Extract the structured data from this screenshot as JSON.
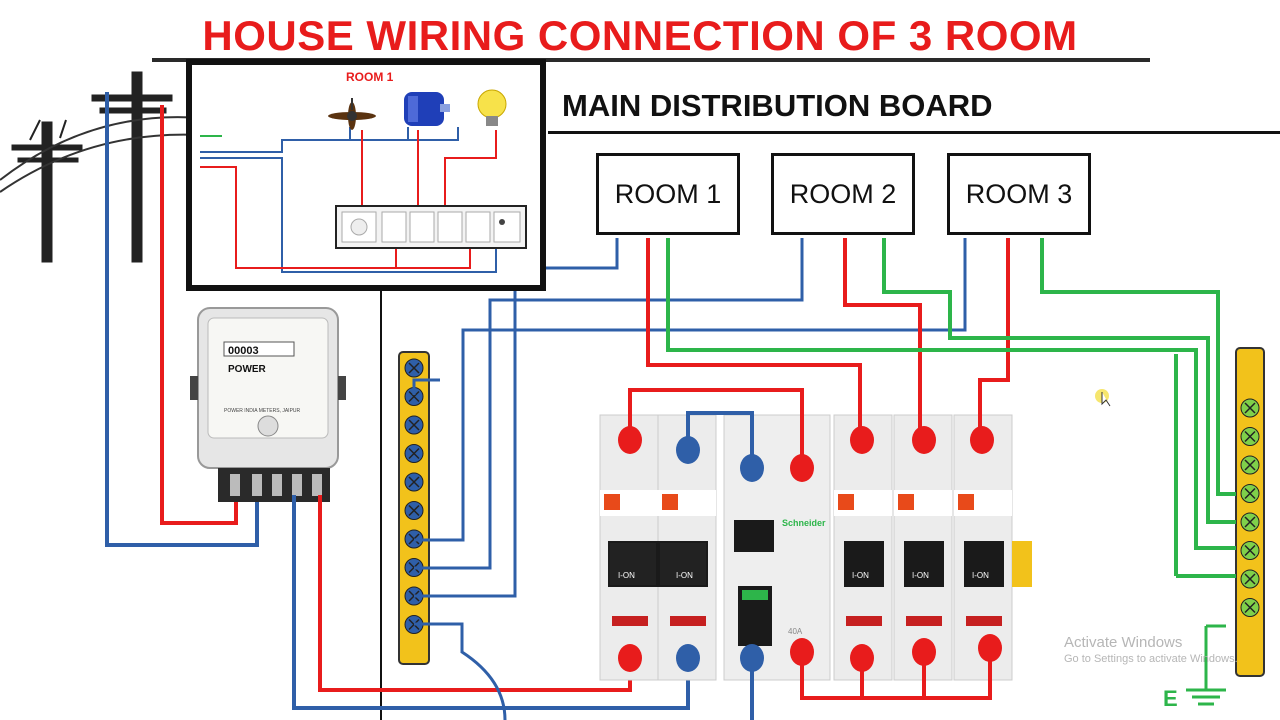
{
  "title": "HOUSE WIRING CONNECTION OF 3 ROOM",
  "board_title": "MAIN DISTRIBUTION BOARD",
  "rooms": [
    {
      "label": "ROOM 1"
    },
    {
      "label": "ROOM 2"
    },
    {
      "label": "ROOM 3"
    }
  ],
  "inset": {
    "room_label": "ROOM 1",
    "devices": [
      "ceiling-fan",
      "motor",
      "bulb"
    ]
  },
  "meter": {
    "reading": "00003",
    "brand": "POWER",
    "label": "POWER INDIA METERS, JAIPUR"
  },
  "breakers": {
    "main_label": "I-ON",
    "mcb_label": "I-ON",
    "rccb_brand": "Schneider",
    "rccb_rating": "40A"
  },
  "earth_label": "E",
  "watermark": {
    "title": "Activate Windows",
    "subtitle": "Go to Settings to activate Windows."
  },
  "colors": {
    "phase": "#e81c1c",
    "neutral": "#2f5fa8",
    "earth": "#2db54a",
    "title": "#e81c1c",
    "busbar": "#f2c21b"
  }
}
